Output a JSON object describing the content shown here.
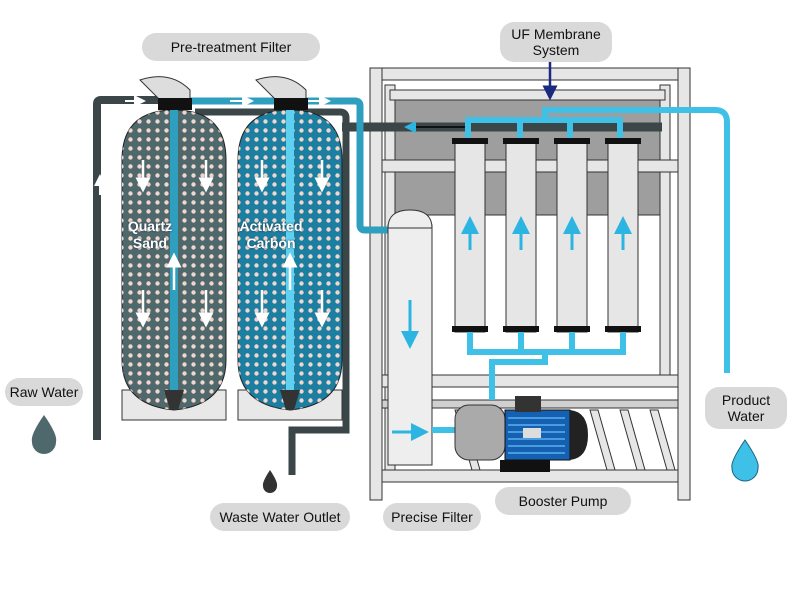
{
  "labels": {
    "pretreatment": "Pre-treatment Filter",
    "uf_line1": "UF Membrane",
    "uf_line2": "System",
    "raw_water": "Raw Water",
    "product_line1": "Product",
    "product_line2": "Water",
    "waste": "Waste Water Outlet",
    "precise": "Precise Filter",
    "booster": "Booster Pump",
    "quartz_line1": "Quartz",
    "quartz_line2": "Sand",
    "carbon_line1": "Activated",
    "carbon_line2": "Carbon"
  },
  "colors": {
    "quartz_tank": "#4f686c",
    "carbon_tank": "#1c7ea0",
    "clean_pipe": "#3fc0e6",
    "dark_pipe": "#3a4648",
    "frame": "#e6e6e6",
    "raw_drop": "#4f686c",
    "product_drop": "#3fc0e6"
  }
}
